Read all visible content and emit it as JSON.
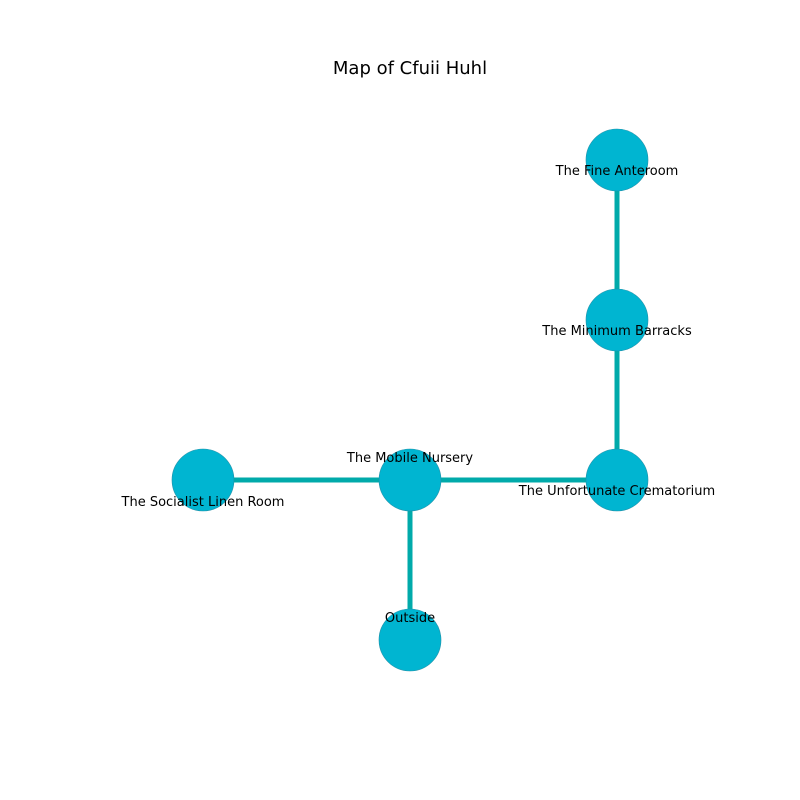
{
  "title": "Map of Cfuii Huhl",
  "colors": {
    "node_fill": "#00b5d1",
    "node_stroke": "#1e90a8",
    "edge": "#00aaaa"
  },
  "nodes": [
    {
      "id": "fine_anteroom",
      "label": "The Fine Anteroom"
    },
    {
      "id": "minimum_barracks",
      "label": "The Minimum Barracks"
    },
    {
      "id": "unfortunate_crematorium",
      "label": "The Unfortunate Crematorium"
    },
    {
      "id": "mobile_nursery",
      "label": "The Mobile Nursery"
    },
    {
      "id": "socialist_linen_room",
      "label": "The Socialist Linen Room"
    },
    {
      "id": "outside",
      "label": "Outside"
    }
  ],
  "edges": [
    {
      "from": "fine_anteroom",
      "to": "minimum_barracks"
    },
    {
      "from": "minimum_barracks",
      "to": "unfortunate_crematorium"
    },
    {
      "from": "unfortunate_crematorium",
      "to": "mobile_nursery"
    },
    {
      "from": "mobile_nursery",
      "to": "socialist_linen_room"
    },
    {
      "from": "mobile_nursery",
      "to": "outside"
    }
  ]
}
